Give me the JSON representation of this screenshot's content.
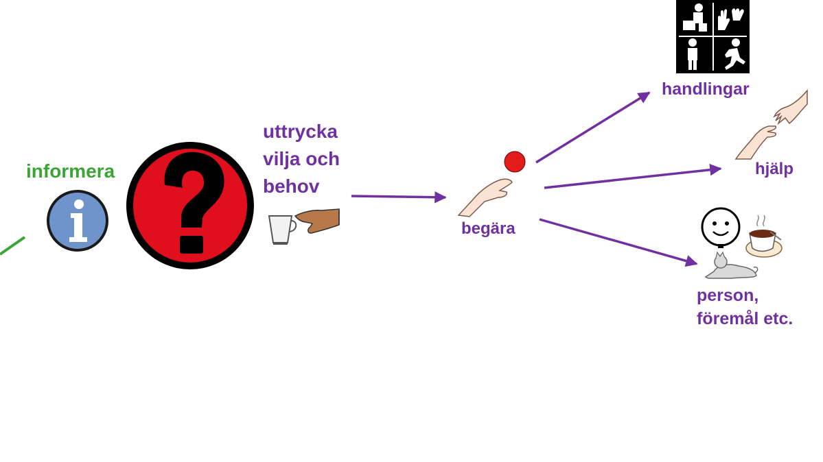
{
  "diagram": {
    "colors": {
      "green": "#3aa535",
      "purple": "#7030a0",
      "question_red": "#e10e1e",
      "info_blue": "#6f94cc"
    },
    "nodes": {
      "informera": {
        "label": "informera",
        "icon": "info-icon"
      },
      "uttrycka": {
        "lines": [
          "uttrycka",
          "vilja och",
          "behov"
        ],
        "icons": [
          "cup-icon",
          "pointing-hand-icon"
        ]
      },
      "begara": {
        "label": "begära",
        "icon": "requesting-hand-icon"
      },
      "handlingar": {
        "label": "handlingar",
        "icon": "actions-grid-icon"
      },
      "hjalp": {
        "label": "hjälp",
        "icon": "helping-hands-icon"
      },
      "person": {
        "lines": [
          "person,",
          "föremål etc."
        ],
        "icons": [
          "smiley-face-icon",
          "coffee-cup-icon",
          "cat-icon"
        ]
      }
    },
    "center_icon": "question-mark-icon"
  }
}
